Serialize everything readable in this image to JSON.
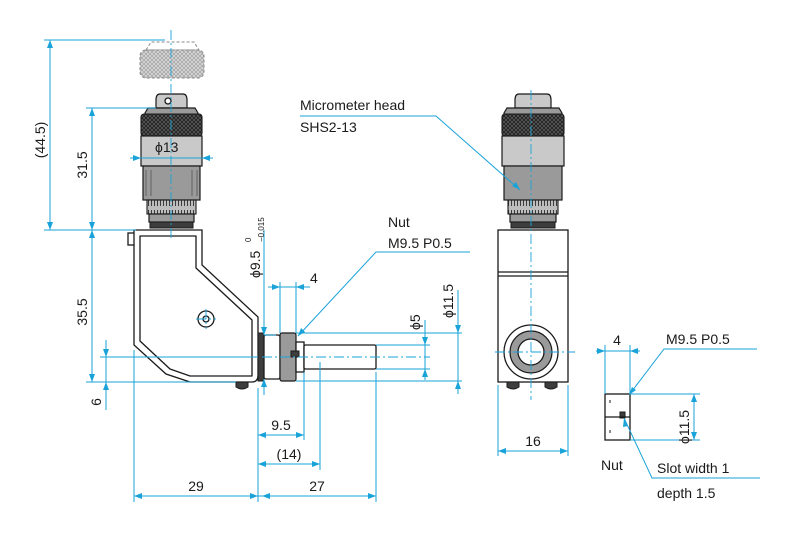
{
  "dims": {
    "d44_5": "(44.5)",
    "d31_5": "31.5",
    "d35_5": "35.5",
    "d6": "6",
    "d13": "ϕ13",
    "d9_5_main": "ϕ9.5",
    "d9_5_tol_upper": "0",
    "d9_5_tol_lower": "−0.015",
    "d4": "4",
    "d5": "ϕ5",
    "d11_5": "ϕ11.5",
    "d9_5": "9.5",
    "d14": "(14)",
    "d29": "29",
    "d27": "27",
    "d16": "16",
    "d4_nut": "4",
    "d11_5_nut": "ϕ11.5"
  },
  "callouts": {
    "micrometer_line1": "Micrometer head",
    "micrometer_line2": "SHS2-13",
    "nut_label": "Nut",
    "nut_thread": "M9.5 P0.5",
    "nut_thread_detail": "M9.5 P0.5",
    "nut_caption": "Nut",
    "slot_line1": "Slot width 1",
    "slot_line2": "depth 1.5"
  },
  "colors": {
    "outline": "#1a1a1a",
    "dimension": "#1aa3d9",
    "fill_dark": "#3d3d3d",
    "fill_mid": "#9a9a9a"
  }
}
